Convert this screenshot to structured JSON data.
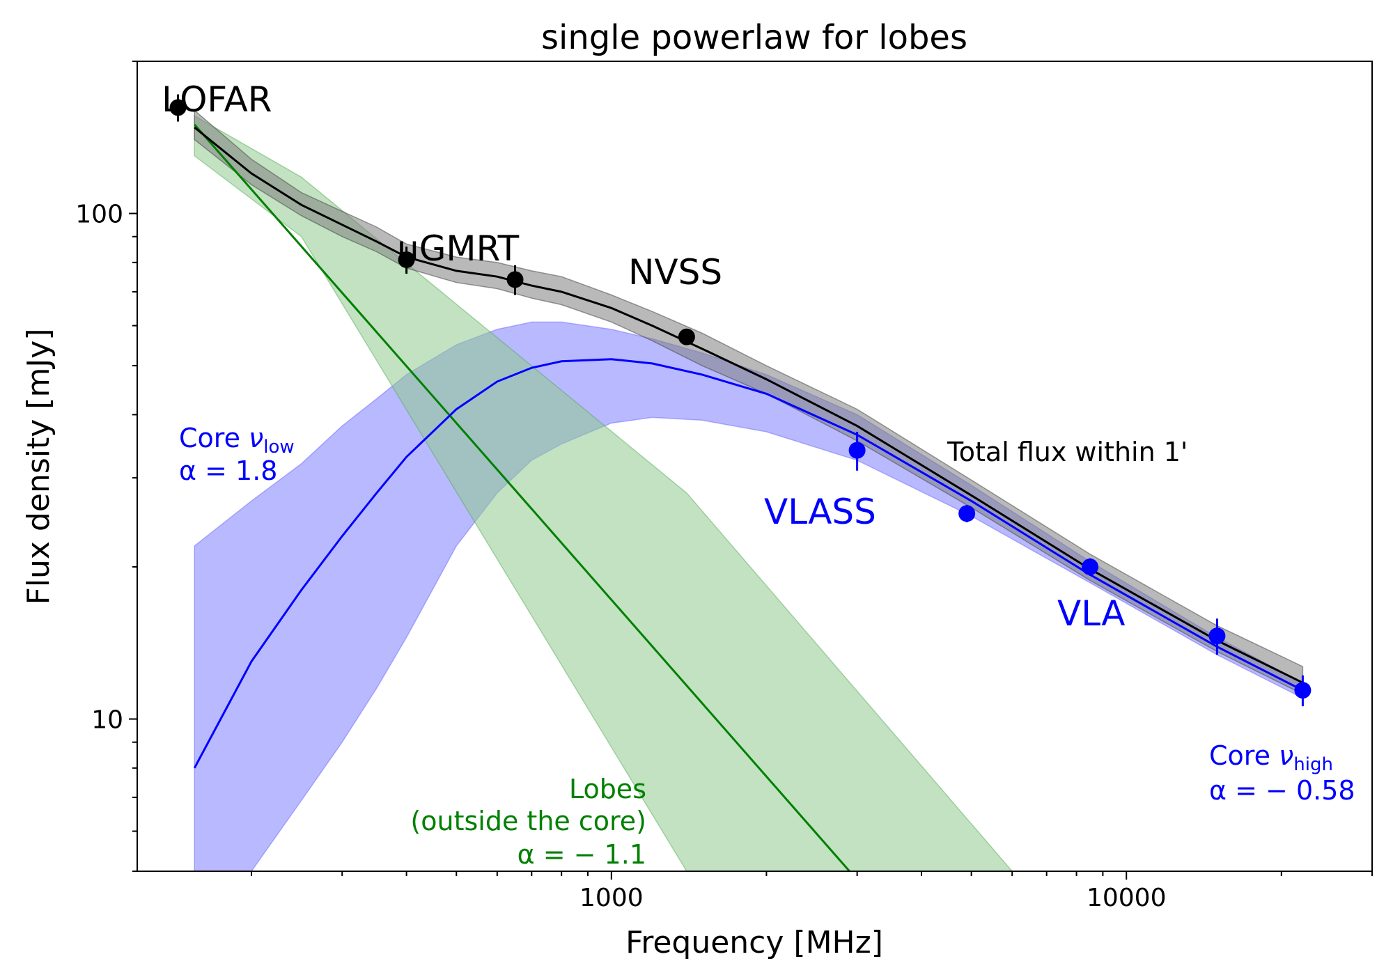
{
  "chart_data": {
    "type": "line",
    "title": "single powerlaw for lobes",
    "xlabel": "Frequency [MHz]",
    "ylabel": "Flux density [mJy]",
    "xscale": "log",
    "yscale": "log",
    "xlim": [
      120,
      30000
    ],
    "ylim": [
      5,
      200
    ],
    "xticks": [
      {
        "value": 1000,
        "label": "1000"
      },
      {
        "value": 10000,
        "label": "10000"
      }
    ],
    "yticks": [
      {
        "value": 10,
        "label": "10"
      },
      {
        "value": 100,
        "label": "100"
      }
    ],
    "colors": {
      "total": "#000000",
      "core": "#0000ff",
      "lobes": "#008000",
      "total_band": "#808080",
      "core_band": "#8080ff",
      "lobes_band": "#8fca8f"
    },
    "series": [
      {
        "id": "total",
        "x": [
          155,
          200,
          250,
          300,
          350,
          400,
          500,
          600,
          700,
          800,
          1000,
          1200,
          1500,
          2000,
          3000,
          5000,
          8500,
          15000,
          22000
        ],
        "y": [
          148,
          120,
          104,
          95,
          88,
          82,
          77,
          75,
          72,
          70,
          65,
          60,
          54,
          47,
          38,
          27.7,
          19.8,
          14.3,
          11.8
        ],
        "y_low": [
          140,
          114,
          99,
          90,
          84,
          78,
          73,
          71,
          68,
          66,
          61,
          56,
          50,
          44,
          35.5,
          26.2,
          18.8,
          13.6,
          11.2
        ],
        "y_high": [
          160,
          128,
          110,
          101,
          94,
          87,
          82,
          80,
          77,
          75,
          69,
          64,
          58,
          50,
          41,
          29.7,
          21.2,
          15.3,
          12.7
        ]
      },
      {
        "id": "core",
        "x": [
          155,
          200,
          250,
          300,
          350,
          400,
          500,
          600,
          700,
          800,
          1000,
          1200,
          1500,
          2000,
          3000,
          5000,
          8500,
          15000,
          22000
        ],
        "y": [
          8,
          13,
          18,
          23,
          28,
          33,
          41,
          46.5,
          49.5,
          51,
          51.5,
          50.5,
          48,
          44,
          36.5,
          27,
          19.3,
          13.9,
          11.4
        ],
        "y_low": [
          5,
          5,
          6.9,
          9,
          11.5,
          14.5,
          22,
          28,
          32.5,
          35,
          38.5,
          39.5,
          39,
          37,
          32.5,
          25.2,
          18.6,
          13.4,
          11.0
        ],
        "y_high": [
          22,
          27,
          32,
          38,
          43,
          48,
          55,
          59,
          61,
          61,
          59,
          56.5,
          53,
          48,
          40,
          29,
          20.5,
          14.5,
          11.8
        ]
      },
      {
        "id": "lobes",
        "x": [
          155,
          2900
        ],
        "y": [
          150,
          5
        ],
        "y_low": [
          130,
          5
        ],
        "y_high": [
          156,
          5
        ],
        "band_x": [
          155,
          250,
          1400,
          6000
        ],
        "band_low": [
          130,
          90,
          5,
          5
        ],
        "band_high": [
          156,
          118,
          28,
          5
        ]
      }
    ],
    "points": [
      {
        "name": "LOFAR",
        "x": 144,
        "y": 162,
        "err": 10,
        "color": "#000000"
      },
      {
        "name": "uGMRT",
        "x": 400,
        "y": 81,
        "err": 5,
        "color": "#000000"
      },
      {
        "name": "uGMRT-2",
        "x": 650,
        "y": 74,
        "err": 5,
        "color": "#000000"
      },
      {
        "name": "NVSS",
        "x": 1400,
        "y": 57,
        "err": 2,
        "color": "#000000"
      },
      {
        "name": "VLASS",
        "x": 3000,
        "y": 34,
        "err": 3,
        "color": "#0000ff"
      },
      {
        "name": "VLA-4.9",
        "x": 4900,
        "y": 25.5,
        "err": 1,
        "color": "#0000ff"
      },
      {
        "name": "VLA-8.5",
        "x": 8500,
        "y": 20,
        "err": 0.8,
        "color": "#0000ff"
      },
      {
        "name": "VLA-15",
        "x": 15000,
        "y": 14.6,
        "err": 1.2,
        "color": "#0000ff"
      },
      {
        "name": "VLA-22",
        "x": 22000,
        "y": 11.4,
        "err": 0.8,
        "color": "#0000ff"
      }
    ],
    "annotations": {
      "lofar": "LOFAR",
      "ugmrt": "uGMRT",
      "nvss": "NVSS",
      "vlass": "VLASS",
      "vla": "VLA",
      "total_flux": "Total flux within 1'",
      "core_low_label": "Core ",
      "core_low_nu": "ν",
      "core_low_sub": "low",
      "core_low_alpha": "α = 1.8",
      "core_high_label": "Core ",
      "core_high_nu": "ν",
      "core_high_sub": "high",
      "core_high_alpha": "α = − 0.58",
      "lobes_line1": "Lobes",
      "lobes_line2": "(outside the core)",
      "lobes_alpha": "α = − 1.1"
    }
  }
}
